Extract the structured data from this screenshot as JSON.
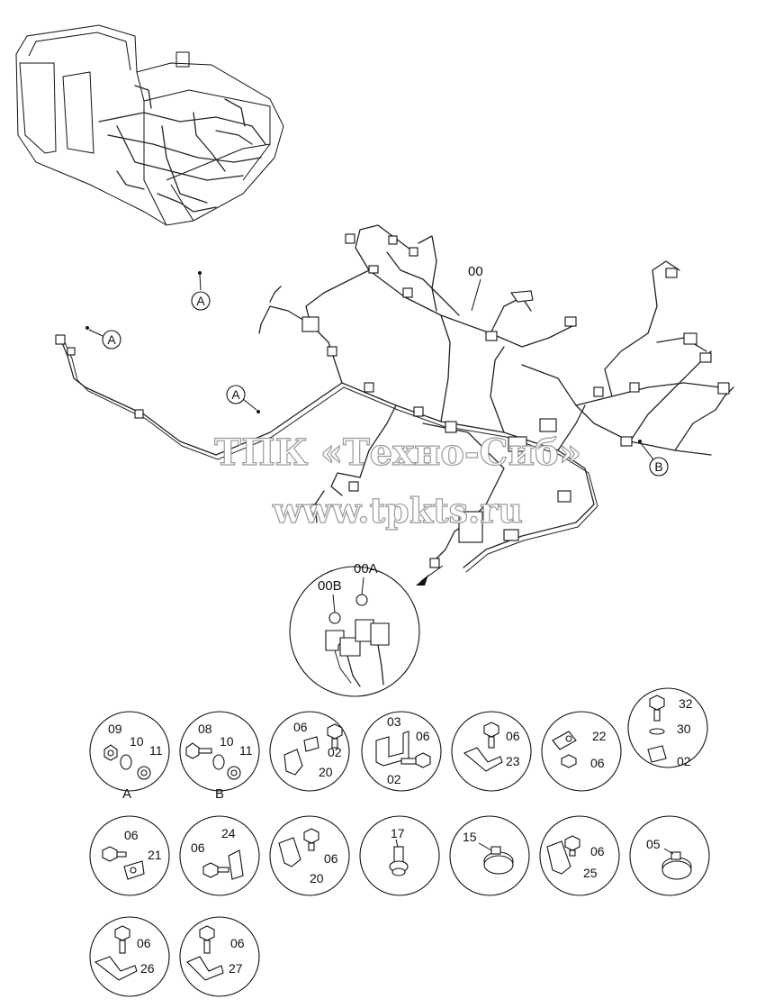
{
  "main_labels": {
    "harness": "00",
    "harness_b": "00B",
    "harness_a": "00A"
  },
  "callouts": {
    "a1": "A",
    "a2": "A",
    "a3": "A",
    "b": "B"
  },
  "watermark": {
    "line1": "ТПК «Техно-Сиб»",
    "line2": "www.tpkts.ru"
  },
  "details": [
    {
      "id": "d1",
      "labels": [
        "09",
        "10",
        "11"
      ],
      "caption": "A"
    },
    {
      "id": "d2",
      "labels": [
        "08",
        "10",
        "11"
      ],
      "caption": "B"
    },
    {
      "id": "d3",
      "labels": [
        "06",
        "02",
        "20"
      ]
    },
    {
      "id": "d4",
      "labels": [
        "03",
        "06",
        "02"
      ]
    },
    {
      "id": "d5",
      "labels": [
        "06",
        "23"
      ]
    },
    {
      "id": "d6",
      "labels": [
        "22",
        "06"
      ]
    },
    {
      "id": "d7",
      "labels": [
        "32",
        "30",
        "02"
      ]
    },
    {
      "id": "d8",
      "labels": [
        "06",
        "21"
      ]
    },
    {
      "id": "d9",
      "labels": [
        "24",
        "06"
      ]
    },
    {
      "id": "d10",
      "labels": [
        "06",
        "20"
      ]
    },
    {
      "id": "d11",
      "labels": [
        "17"
      ]
    },
    {
      "id": "d12",
      "labels": [
        "15"
      ]
    },
    {
      "id": "d13",
      "labels": [
        "06",
        "25"
      ]
    },
    {
      "id": "d14",
      "labels": [
        "05"
      ]
    },
    {
      "id": "d15",
      "labels": [
        "06",
        "26"
      ]
    },
    {
      "id": "d16",
      "labels": [
        "06",
        "27"
      ]
    }
  ]
}
